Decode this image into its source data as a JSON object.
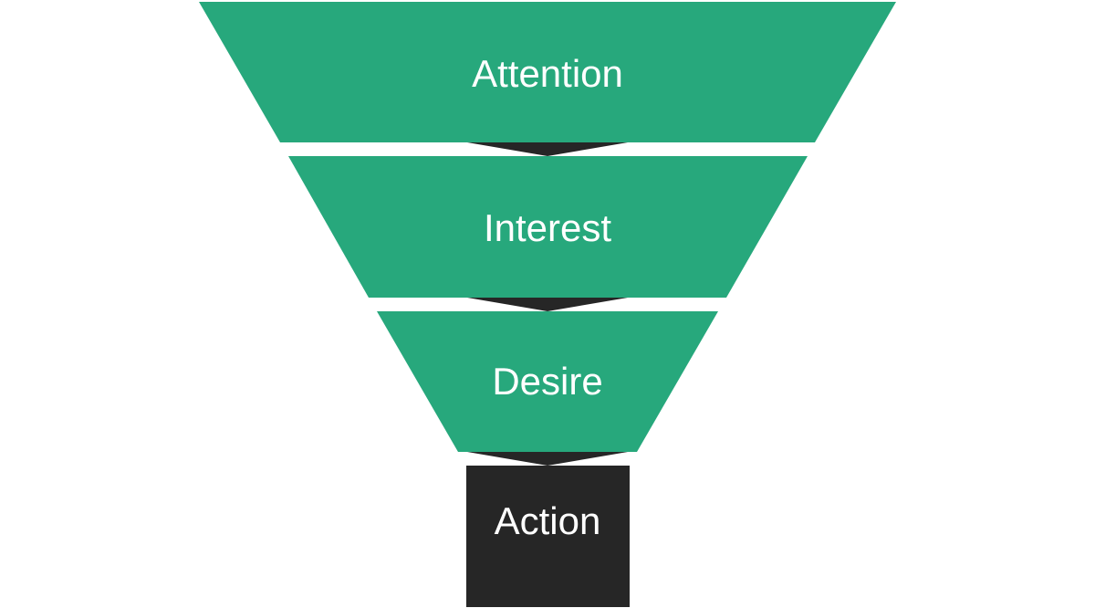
{
  "colors": {
    "stage_fill": "#27A87C",
    "connector_fill": "#262626",
    "action_fill": "#262626",
    "label_color": "#FFFFFF",
    "background": "#FFFFFF"
  },
  "funnel": {
    "stages": [
      {
        "label": "Attention"
      },
      {
        "label": "Interest"
      },
      {
        "label": "Desire"
      }
    ],
    "action": {
      "label": "Action"
    }
  }
}
